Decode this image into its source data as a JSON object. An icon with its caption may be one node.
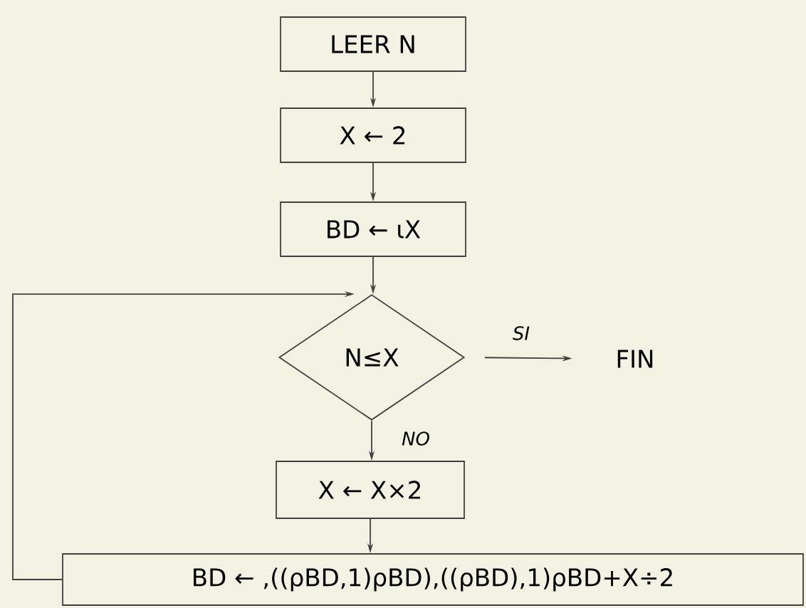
{
  "diagram": {
    "nodes": [
      {
        "text": [
          "LEER N"
        ]
      },
      {
        "text": [
          "X ← 2"
        ]
      },
      {
        "text": [
          "BD ← ιX"
        ]
      },
      {
        "text": [
          "N≤X"
        ]
      },
      {
        "text": [
          "FIN"
        ]
      },
      {
        "text": [
          "X ← X×2"
        ]
      },
      {
        "text": [
          "BD ← ,((ρBD,1)ρBD),((ρBD),1)ρBD+X÷2"
        ]
      }
    ],
    "edges": [
      {
        "from": 0,
        "to": 1,
        "arrow": "to"
      },
      {
        "from": 1,
        "to": 2,
        "arrow": "to"
      },
      {
        "from": 2,
        "to": 3,
        "arrow": "to"
      },
      {
        "from": 3,
        "to": 4,
        "arrow": "to",
        "label": "SI"
      },
      {
        "from": 3,
        "to": 5,
        "arrow": "to",
        "label": "NO"
      },
      {
        "from": 5,
        "to": 6,
        "arrow": "to"
      },
      {
        "from": 6,
        "to": 3,
        "arrow": "to"
      }
    ]
  }
}
